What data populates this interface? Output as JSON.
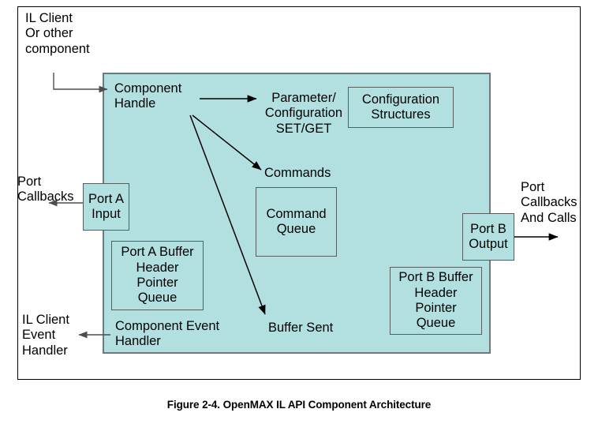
{
  "figure": {
    "caption": "Figure 2-4. OpenMAX IL API Component Architecture",
    "colors": {
      "component_fill": "#b2e0e1",
      "component_border": "#6b7b7d",
      "inner_box_border": "#555f60",
      "arrow": "#000000",
      "page_frame": "#000000",
      "text": "#000000"
    }
  },
  "external_labels": {
    "il_client_source": "IL Client\nOr other\ncomponent",
    "port_a_callbacks": "Port\nCallbacks",
    "il_client_event_handler": "IL Client\nEvent\nHandler",
    "port_b_callbacks": "Port\nCallbacks\nAnd Calls"
  },
  "component": {
    "handle_label": "Component\nHandle",
    "parameter_config_label": "Parameter/\nConfiguration\nSET/GET",
    "commands_label": "Commands",
    "buffer_sent_label": "Buffer Sent",
    "event_handler_label": "Component Event\nHandler"
  },
  "boxes": [
    {
      "name": "port-a-input",
      "label": "Port A\nInput"
    },
    {
      "name": "port-b-output",
      "label": "Port B\nOutput"
    },
    {
      "name": "configuration-structures",
      "label": "Configuration\nStructures"
    },
    {
      "name": "command-queue",
      "label": "Command\nQueue"
    },
    {
      "name": "port-a-buffer-queue",
      "label": "Port A Buffer\nHeader\nPointer\nQueue"
    },
    {
      "name": "port-b-buffer-queue",
      "label": "Port B Buffer\nHeader\nPointer\nQueue"
    }
  ],
  "arrows": [
    {
      "name": "il-client-to-handle",
      "from": "IL Client / Or other component",
      "to": "Component Handle"
    },
    {
      "name": "handle-to-parameter-config",
      "from": "Component Handle",
      "to": "Parameter/Configuration SET/GET"
    },
    {
      "name": "handle-to-commands",
      "from": "Component Handle",
      "to": "Commands"
    },
    {
      "name": "handle-to-buffer-sent",
      "from": "Component Handle",
      "to": "Buffer Sent"
    },
    {
      "name": "port-a-to-callbacks",
      "from": "Port A Input",
      "to": "Port Callbacks"
    },
    {
      "name": "event-handler-to-il-client",
      "from": "Component Event Handler",
      "to": "IL Client Event Handler"
    },
    {
      "name": "port-b-to-callbacks",
      "from": "Port B Output",
      "to": "Port Callbacks And Calls"
    }
  ]
}
